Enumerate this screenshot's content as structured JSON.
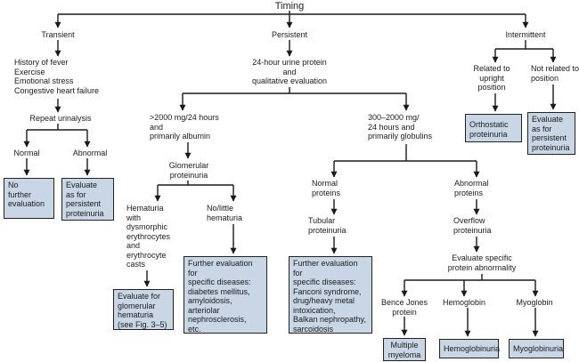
{
  "title": "Timing",
  "nodes": {
    "transient": "Transient",
    "persistent": "Persistent",
    "intermittent": "Intermittent",
    "transient_causes": "History of fever\nExercise\nEmotional stress\nCongestive heart failure",
    "repeat_urinalysis": "Repeat urinalysis",
    "normal": "Normal",
    "abnormal": "Abnormal",
    "no_further": "No\nfurther\nevaluation",
    "eval_persistent_1": "Evaluate\nas for\npersistent\nproteinuria",
    "urine_protein": "24-hour urine protein\nand\nqualitative evaluation",
    "gt2000": ">2000 mg/24 hours\nand\nprimarily albumin",
    "range300": "300–2000 mg/\n24 hours and\nprimarily globulins",
    "glomerular": "Glomerular\nproteinuria",
    "hematuria": "Hematuria\nwith\ndysmorphic\nerythrocytes\nand\nerythrocyte\ncasts",
    "no_little": "No/little\nhematuria",
    "eval_glomerular": "Evaluate for\nglomerular\nhematuria\n(see Fig. 3–5)",
    "further_eval_1": "Further evaluation\nfor\nspecific diseases:\ndiabetes mellitus,\namyloidosis,\narteriolar\nnephrosclerosis,\netc.",
    "normal_proteins": "Normal\nproteins",
    "abnormal_proteins": "Abnormal\nproteins",
    "tubular": "Tubular\nproteinuria",
    "overflow": "Overflow\nproteinuria",
    "further_eval_2": "Further evaluation\nfor\nspecific diseases:\nFanconi syndrome,\ndrug/heavy metal\nintoxication,\nBalkan nephropathy,\nsarcoidosis",
    "eval_specific": "Evaluate specific\nprotein abnormality",
    "bence_jones": "Bence Jones\nprotein",
    "hemoglobin": "Hemoglobin",
    "myoglobin": "Myoglobin",
    "multiple_myeloma": "Multiple\nmyeloma",
    "hemoglobinuria": "Hemoglobinuria",
    "myoglobinuria": "Myoglobinuria",
    "related_upright": "Related to\nupright\nposition",
    "not_related": "Not related to\nposition",
    "orthostatic": "Orthostatic\nproteinuria",
    "eval_persistent_2": "Evaluate\nas for persistent\nproteinuria"
  },
  "colors": {
    "box_fill": "#c9d6e5",
    "line": "#1a1a1a"
  }
}
